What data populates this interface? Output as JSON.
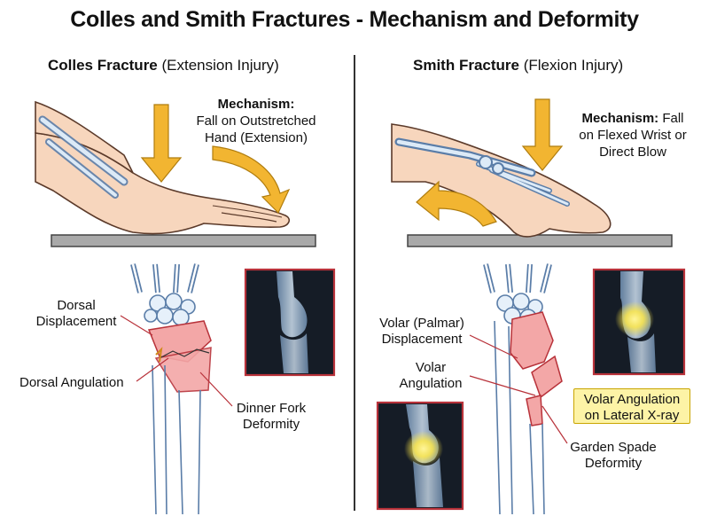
{
  "title": "Colles and Smith Fractures - Mechanism and Deformity",
  "colles": {
    "heading_bold": "Colles Fracture",
    "heading_rest": "(Extension Injury)",
    "mechanism_label": "Mechanism:",
    "mechanism_text_1": "Fall on Outstretched",
    "mechanism_text_2": "Hand (Extension)",
    "labels": {
      "dorsal_displacement_1": "Dorsal",
      "dorsal_displacement_2": "Displacement",
      "dorsal_angulation": "Dorsal Angulation",
      "dinner_fork_1": "Dinner Fork",
      "dinner_fork_2": "Deformity"
    }
  },
  "smith": {
    "heading_bold": "Smith Fracture",
    "heading_rest": "(Flexion Injury)",
    "mechanism_label": "Mechanism:",
    "mechanism_text_0": "Fall",
    "mechanism_text_1": "on Flexed Wrist or",
    "mechanism_text_2": "Direct Blow",
    "labels": {
      "volar_displacement_1": "Volar (Palmar)",
      "volar_displacement_2": "Displacement",
      "volar_angulation_1": "Volar",
      "volar_angulation_2": "Angulation",
      "garden_spade_1": "Garden Spade",
      "garden_spade_2": "Deformity",
      "xray_callout_1": "Volar Angulation",
      "xray_callout_2": "on Lateral X-ray"
    }
  },
  "colors": {
    "arrow": "#f2b531",
    "fracture": "#f3a7a7",
    "xray_frame": "#b8323a",
    "highlight": "#ffe94a",
    "skin": "#f7d6bd"
  }
}
